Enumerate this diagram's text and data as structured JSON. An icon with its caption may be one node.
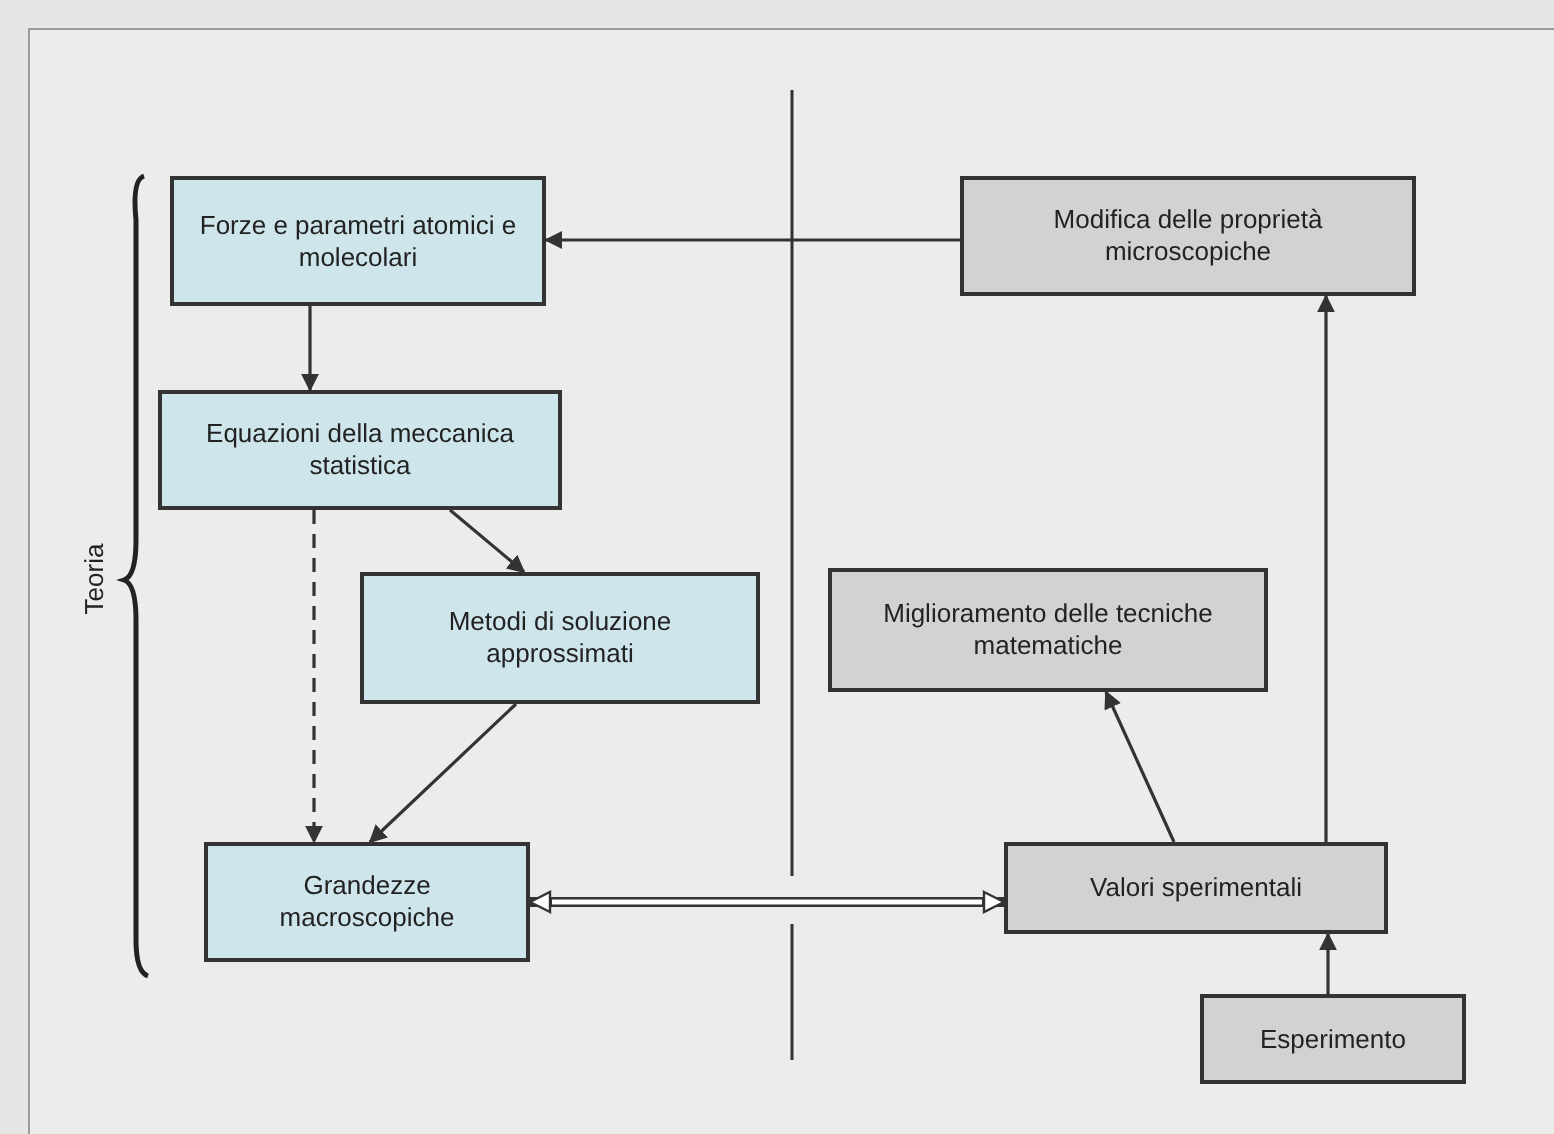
{
  "diagram": {
    "nodes": [
      {
        "text": [
          "Forze e parametri atomici e molecolari"
        ]
      },
      {
        "text": [
          "Equazioni della meccanica statistica"
        ]
      },
      {
        "text": [
          "Metodi di soluzione approssimati"
        ]
      },
      {
        "text": [
          "Grandezze macroscopiche"
        ]
      },
      {
        "text": [
          "Modifica delle proprietà microscopiche"
        ]
      },
      {
        "text": [
          "Miglioramento delle tecniche matematiche"
        ]
      },
      {
        "text": [
          "Valori sperimentali"
        ]
      },
      {
        "text": [
          "Esperimento"
        ]
      }
    ],
    "edges": [
      {
        "from": 4,
        "to": 0,
        "arrow": "to"
      },
      {
        "from": 0,
        "to": 1,
        "arrow": "to"
      },
      {
        "from": 1,
        "to": 2,
        "arrow": "to"
      },
      {
        "from": 1,
        "to": 3,
        "arrow": "to",
        "style": "dashed"
      },
      {
        "from": 2,
        "to": 3,
        "arrow": "to"
      },
      {
        "from": 3,
        "to": 6,
        "arrow": "both",
        "style": "thick"
      },
      {
        "from": 6,
        "to": 5,
        "arrow": "to"
      },
      {
        "from": 6,
        "to": 4,
        "arrow": "to"
      },
      {
        "from": 7,
        "to": 6,
        "arrow": "to"
      }
    ],
    "labels": [
      "Teoria"
    ]
  }
}
